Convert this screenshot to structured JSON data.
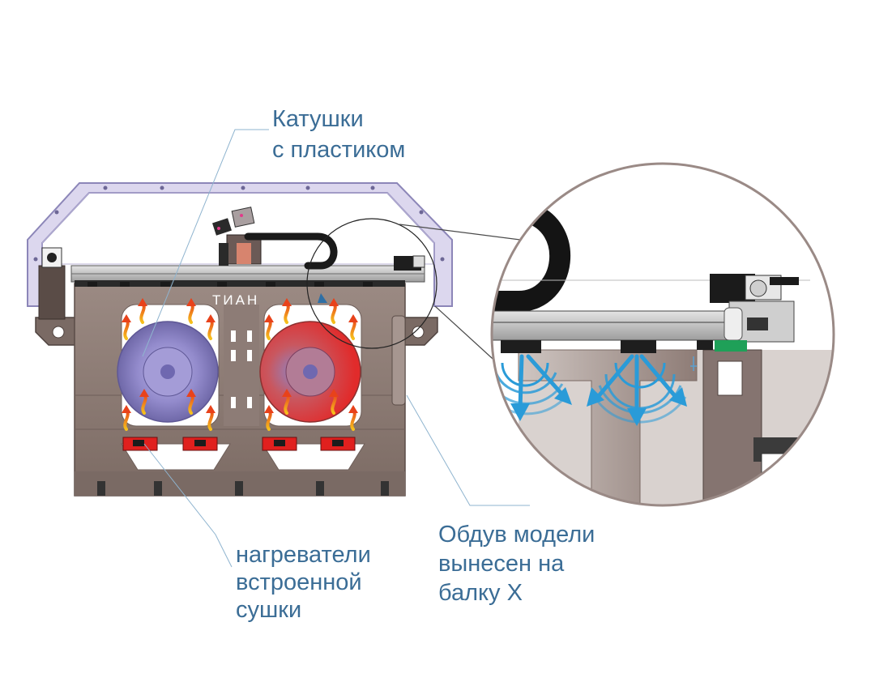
{
  "logo": "ТИАН",
  "labels": {
    "spools": [
      "Катушки",
      "с пластиком"
    ],
    "heaters": [
      "нагреватели",
      "встроенной",
      "сушки"
    ],
    "cooling": [
      "Обдув модели",
      "вынесен на",
      "балку Х"
    ]
  },
  "colors": {
    "label_text": "#3b6d96",
    "frame_body": "#8c7a73",
    "spool_left": "#8f86c9",
    "spool_right": "#d84747",
    "heater": "#e0201e",
    "heat_arrow": "#f07d1a",
    "airflow": "#2a9bd8"
  },
  "icons": [
    "heat-arrow-icon",
    "airflow-arrow-icon",
    "cable-chain",
    "stepper-motor"
  ]
}
